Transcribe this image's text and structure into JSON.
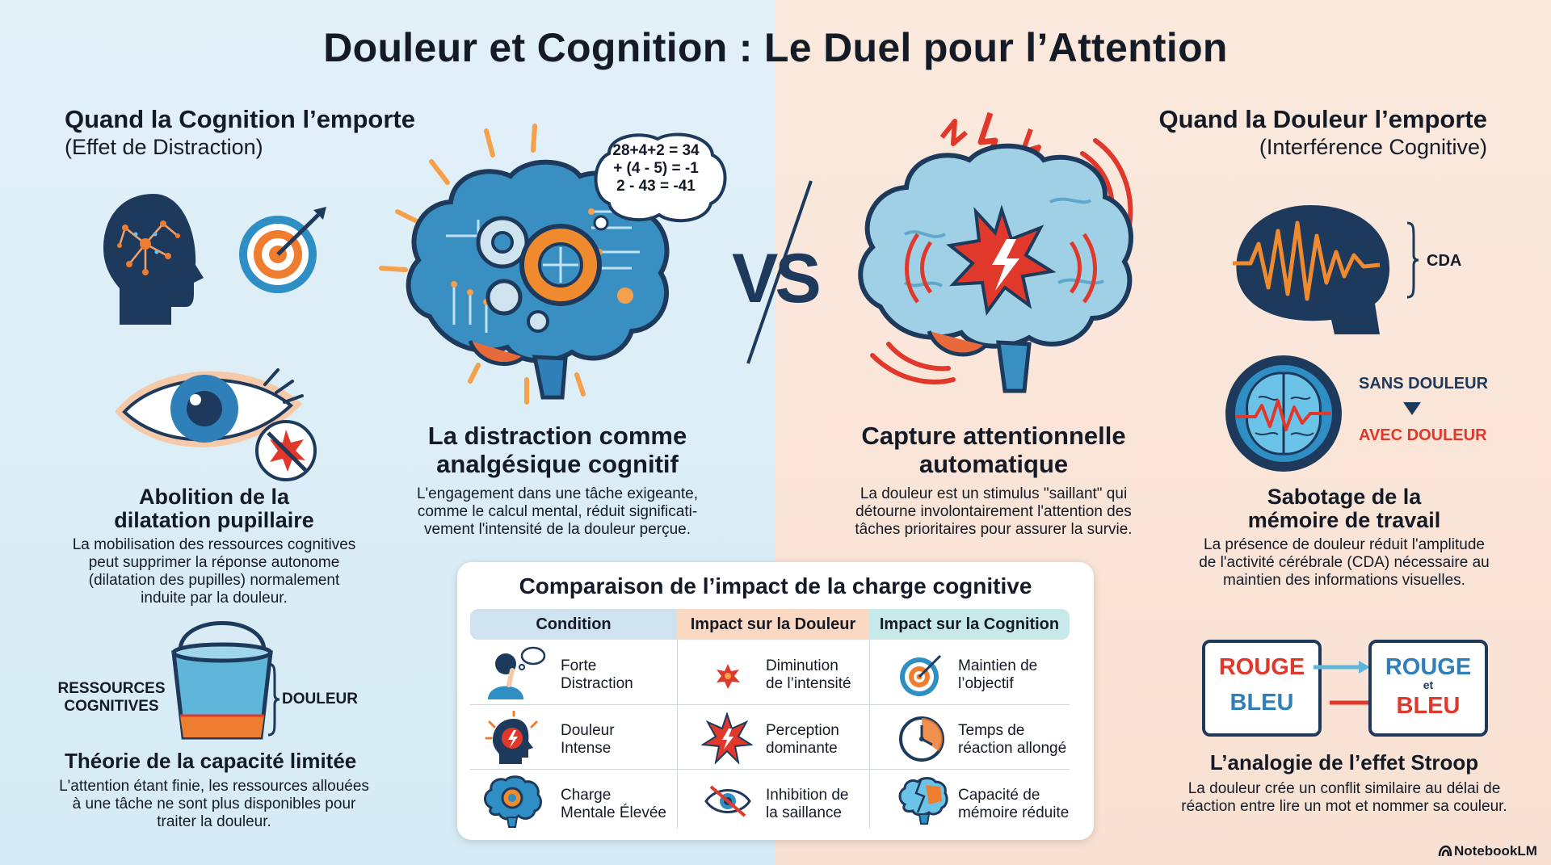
{
  "title": "Douleur et Cognition : Le Duel pour l’Attention",
  "left": {
    "heading": "Quand la Cognition l’emporte",
    "subheading": "(Effet de Distraction)",
    "pupil": {
      "title_l1": "Abolition de la",
      "title_l2": "dilatation pupillaire",
      "text_l1": "La mobilisation des ressources cognitives",
      "text_l2": "peut supprimer la réponse autonome",
      "text_l3": "(dilatation des pupilles) normalement",
      "text_l4": "induite par la douleur."
    },
    "capacity": {
      "label_resources_l1": "RESSOURCES",
      "label_resources_l2": "COGNITIVES",
      "label_pain": "DOULEUR",
      "title": "Théorie de la capacité limitée",
      "text_l1": "L'attention étant finie, les ressources allouées",
      "text_l2": "à une tâche ne sont plus disponibles pour",
      "text_l3": "traiter la douleur."
    },
    "distraction": {
      "math_l1": "28+4+2 = 34",
      "math_l2": "+ (4 - 5) = -1",
      "math_l3": "2 - 43 = -41",
      "title_l1": "La distraction comme",
      "title_l2": "analgésique cognitif",
      "text_l1": "L'engagement dans une tâche exigeante,",
      "text_l2": "comme le calcul mental, réduit significati-",
      "text_l3": "vement l'intensité de la douleur perçue."
    }
  },
  "vs": "VS",
  "right": {
    "heading": "Quand la Douleur l’emporte",
    "subheading": "(Interférence Cognitive)",
    "capture": {
      "title_l1": "Capture attentionnelle",
      "title_l2": "automatique",
      "text_l1": "La douleur est un stimulus \"saillant\" qui",
      "text_l2": "détourne involontairement l'attention des",
      "text_l3": "tâches prioritaires pour assurer la survie."
    },
    "cda_label": "CDA",
    "sans": "SANS DOULEUR",
    "avec": "AVEC DOULEUR",
    "memory": {
      "title_l1": "Sabotage de la",
      "title_l2": "mémoire de travail",
      "text_l1": "La présence de douleur réduit l'amplitude",
      "text_l2": "de l'activité cérébrale (CDA) nécessaire au",
      "text_l3": "maintien des informations visuelles."
    },
    "stroop": {
      "w_rouge": "ROUGE",
      "w_bleu": "BLEU",
      "w_et": "et",
      "title": "L’analogie de l’effet Stroop",
      "text_l1": "La douleur crée un conflit similaire au délai de",
      "text_l2": "réaction entre lire un mot et nommer sa couleur."
    }
  },
  "table": {
    "title": "Comparaison de l’impact de la charge cognitive",
    "headers": [
      "Condition",
      "Impact sur la Douleur",
      "Impact sur la Cognition"
    ],
    "rows": [
      {
        "c1_l1": "Forte",
        "c1_l2": "Distraction",
        "c2_l1": "Diminution",
        "c2_l2": "de l’intensité",
        "c3_l1": "Maintien de",
        "c3_l2": "l’objectif"
      },
      {
        "c1_l1": "Douleur",
        "c1_l2": "Intense",
        "c2_l1": "Perception",
        "c2_l2": "dominante",
        "c3_l1": "Temps de",
        "c3_l2": "réaction allongé"
      },
      {
        "c1_l1": "Charge",
        "c1_l2": "Mentale Élevée",
        "c2_l1": "Inhibition de",
        "c2_l2": "la saillance",
        "c3_l1": "Capacité de",
        "c3_l2": "mémoire réduite"
      }
    ]
  },
  "footer": "NotebookLM",
  "colors": {
    "navy": "#1d3a5c",
    "orange": "#ef7d2f",
    "red": "#e0382b",
    "blue": "#2f7fb8",
    "left_bg": "#dcedf6",
    "right_bg": "#fbe6d9"
  }
}
